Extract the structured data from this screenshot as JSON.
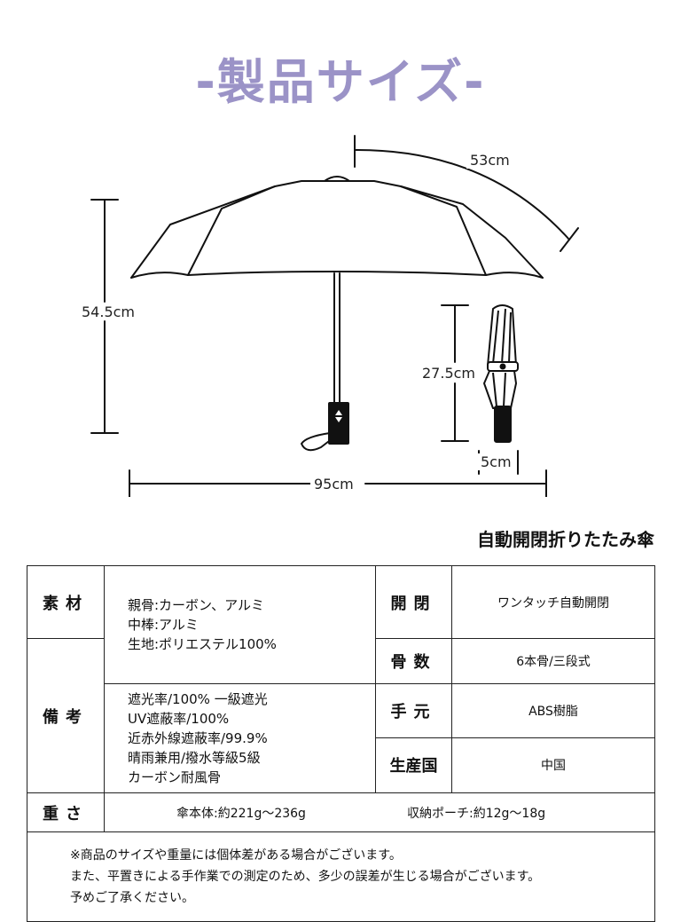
{
  "title": "-製品サイズ-",
  "dimensions": {
    "arm_length": "53cm",
    "height_open": "54.5cm",
    "length_folded": "27.5cm",
    "width_folded": "5cm",
    "diameter": "95cm"
  },
  "product_name": "自動開閉折りたたみ傘",
  "spec": {
    "material": {
      "label": "素材",
      "lines": [
        "親骨:カーボン、アルミ",
        "中棒:アルミ",
        "生地:ポリエステル100%"
      ]
    },
    "notes": {
      "label": "備考",
      "lines": [
        "遮光率/100%  一級遮光",
        "UV遮蔽率/100%",
        "近赤外線遮蔽率/99.9%",
        "晴雨兼用/撥水等級5級",
        "カーボン耐風骨"
      ]
    },
    "open_close": {
      "label": "開閉",
      "value": "ワンタッチ自動開閉"
    },
    "ribs": {
      "label": "骨数",
      "value": "6本骨/三段式"
    },
    "handle": {
      "label": "手元",
      "value": "ABS樹脂"
    },
    "origin": {
      "label": "生産国",
      "value": "中国"
    },
    "weight": {
      "label": "重さ",
      "body": "傘本体:約221g〜236g",
      "pouch": "収納ポーチ:約12g〜18g"
    }
  },
  "disclaimer": [
    "※商品のサイズや重量には個体差がある場合がございます。",
    "また、平置きによる手作業での測定のため、多少の誤差が生じる場合がございます。",
    "予めご了承ください。"
  ]
}
